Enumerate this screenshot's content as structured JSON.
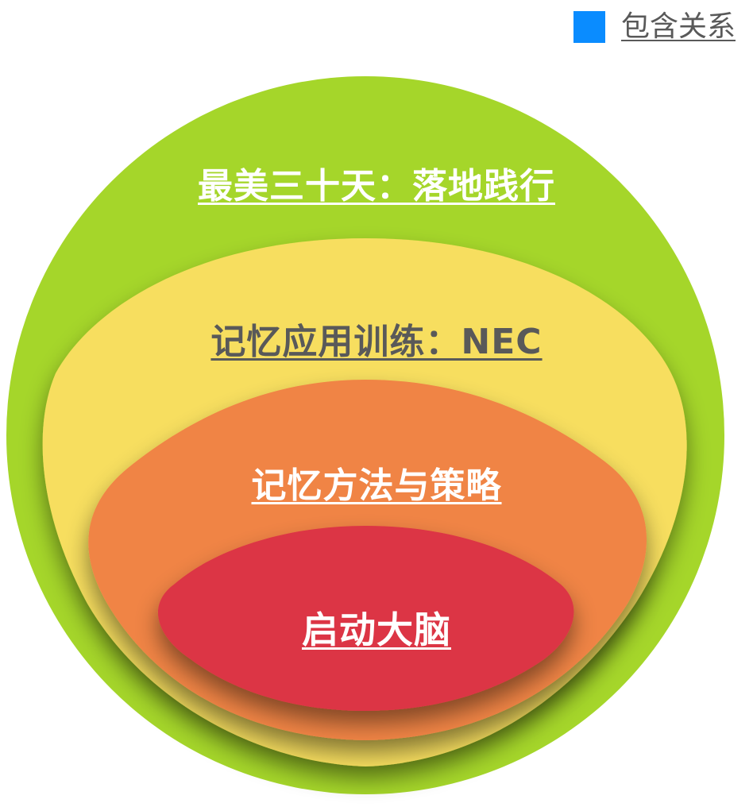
{
  "legend": {
    "label": "包含关系",
    "swatch_color": "#0A8CFF"
  },
  "colors": {
    "outer": "#A5D62A",
    "second": "#F7DE5E",
    "third": "#F08445",
    "core": "#DC3545",
    "label_light": "#FFFFFF",
    "label_dark": "#595959"
  },
  "layers": [
    {
      "id": "outer",
      "label": "最美三十天：落地践行"
    },
    {
      "id": "second",
      "label": "记忆应用训练：NEC"
    },
    {
      "id": "third",
      "label": "记忆方法与策略"
    },
    {
      "id": "core",
      "label": "启动大脑"
    }
  ]
}
